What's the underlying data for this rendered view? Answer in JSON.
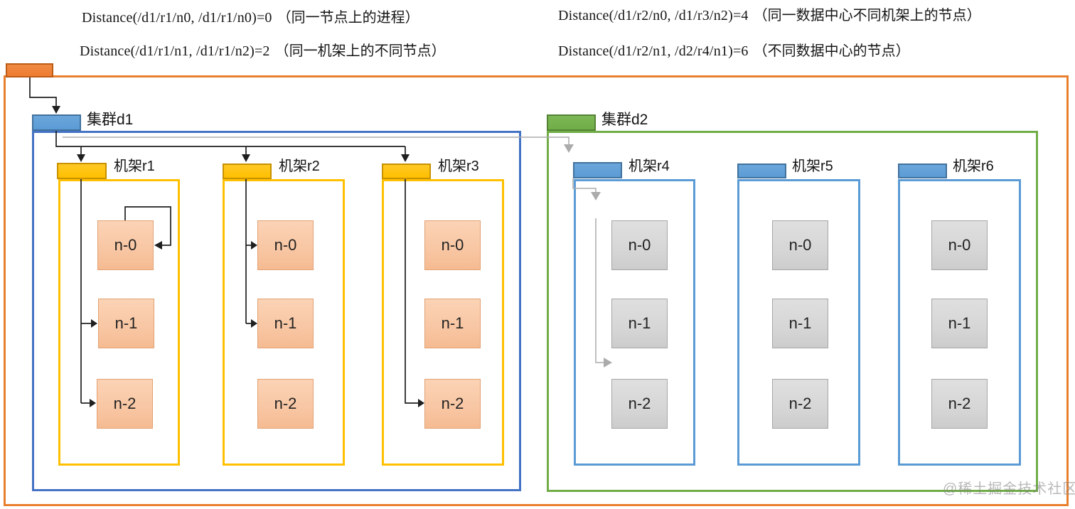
{
  "distance_notes": {
    "left": [
      {
        "formula": "Distance(/d1/r1/n0, /d1/r1/n0)=0",
        "note": "（同一节点上的进程）"
      },
      {
        "formula": "Distance(/d1/r1/n1, /d1/r1/n2)=2",
        "note": "（同一机架上的不同节点）"
      }
    ],
    "right": [
      {
        "formula": "Distance(/d1/r2/n0, /d1/r3/n2)=4",
        "note": "（同一数据中心不同机架上的节点）"
      },
      {
        "formula": "Distance(/d1/r2/n1, /d2/r4/n1)=6",
        "note": "（不同数据中心的节点）"
      }
    ]
  },
  "clusters": [
    {
      "label": "集群d1",
      "racks": [
        {
          "label": "机架r1",
          "nodes": [
            "n-0",
            "n-1",
            "n-2"
          ]
        },
        {
          "label": "机架r2",
          "nodes": [
            "n-0",
            "n-1",
            "n-2"
          ]
        },
        {
          "label": "机架r3",
          "nodes": [
            "n-0",
            "n-1",
            "n-2"
          ]
        }
      ]
    },
    {
      "label": "集群d2",
      "racks": [
        {
          "label": "机架r4",
          "nodes": [
            "n-0",
            "n-1",
            "n-2"
          ]
        },
        {
          "label": "机架r5",
          "nodes": [
            "n-0",
            "n-1",
            "n-2"
          ]
        },
        {
          "label": "机架r6",
          "nodes": [
            "n-0",
            "n-1",
            "n-2"
          ]
        }
      ]
    }
  ],
  "watermark": "@稀土掘金技术社区",
  "colors": {
    "outer_border_orange": "#E8802F",
    "tab_orange": "#ED7D31",
    "cluster_d1_border_blue": "#4472C4",
    "tab_blue": "#5B9BD5",
    "rack_yellow": "#FFC000",
    "cluster_d2_green": "#70AD47",
    "node_salmon": "#F8CBAD",
    "node_gray": "#D9D9D9",
    "arrow_black": "#1F1F1F",
    "arrow_ghost_gray": "#ABABAB"
  }
}
